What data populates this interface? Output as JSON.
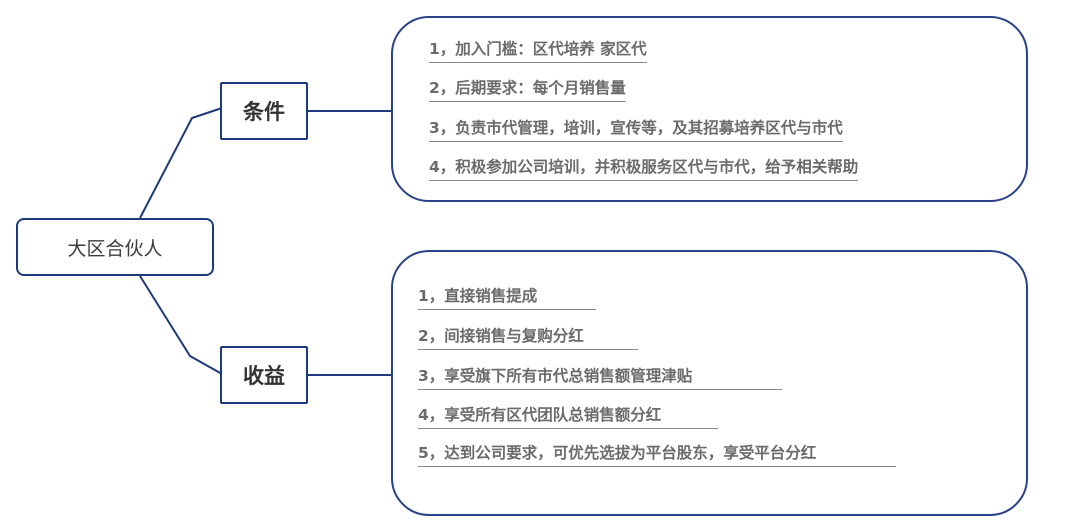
{
  "root": {
    "label": "大区合伙人"
  },
  "branches": [
    {
      "label": "条件",
      "items": [
        "1，加入门槛：区代培养  家区代",
        "2，后期要求：每个月销售量",
        "3，负责市代管理，培训，宣传等，及其招募培养区代与市代",
        "4，积极参加公司培训，并积极服务区代与市代，给予相关帮助"
      ]
    },
    {
      "label": "收益",
      "items": [
        "1，直接销售提成",
        "2，间接销售与复购分红",
        "3，享受旗下所有市代总销售额管理津贴",
        "4，享受所有区代团队总销售额分红",
        "5，达到公司要求，可优先选拔为平台股东，享受平台分红"
      ]
    }
  ],
  "colors": {
    "border": "#1f3a7a",
    "item_text": "#6b6b6b",
    "underline": "#8a8a8a"
  }
}
